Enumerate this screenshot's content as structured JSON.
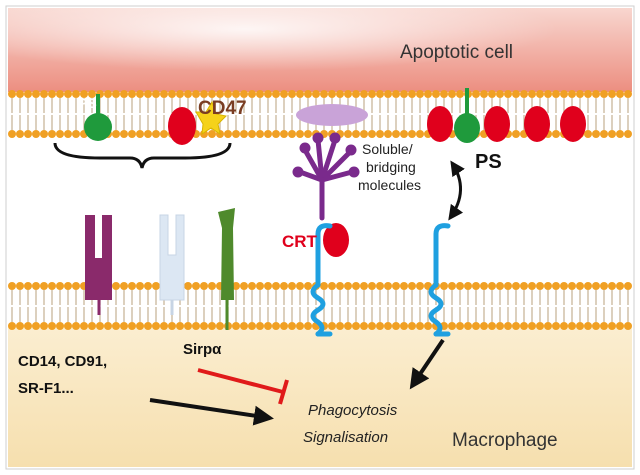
{
  "apoptotic_cell_label": "Apoptotic cell",
  "macrophage_label": "Macrophage",
  "labels": {
    "ps_left": "PS",
    "cd47": "CD47",
    "soluble_line1": "Soluble/",
    "soluble_line2": "bridging",
    "soluble_line3": "molecules",
    "ps_right": "PS",
    "crt": "CRT",
    "receptors_line1": "CD14, CD91,",
    "receptors_line2": "SR-F1...",
    "sirpa": "Sirpα",
    "outcome_line1": "Phagocytosis",
    "outcome_line2": "Signalisation"
  },
  "colors": {
    "apoptotic_top": "#f6c9c0",
    "apoptotic_mid": "#ec8e80",
    "macrophage_fill": "#f8e6bf",
    "lipid_head": "#f0a024",
    "lipid_tail": "#c8b79a",
    "ps_green": "#1f9a3c",
    "protein_red": "#e0001c",
    "cd47_yellow": "#f5d21a",
    "bridging_purple": "#7a2a8c",
    "soluble_lilac": "#c9a3d8",
    "receptor_magenta": "#8a2a6b",
    "receptor_pale": "#dce7f3",
    "sirpa_green": "#4f8a2c",
    "receptor_blue": "#1fa0e0",
    "inhibit_red": "#e01a1a",
    "arrow_black": "#111111",
    "crt_red": "#e0001c"
  }
}
